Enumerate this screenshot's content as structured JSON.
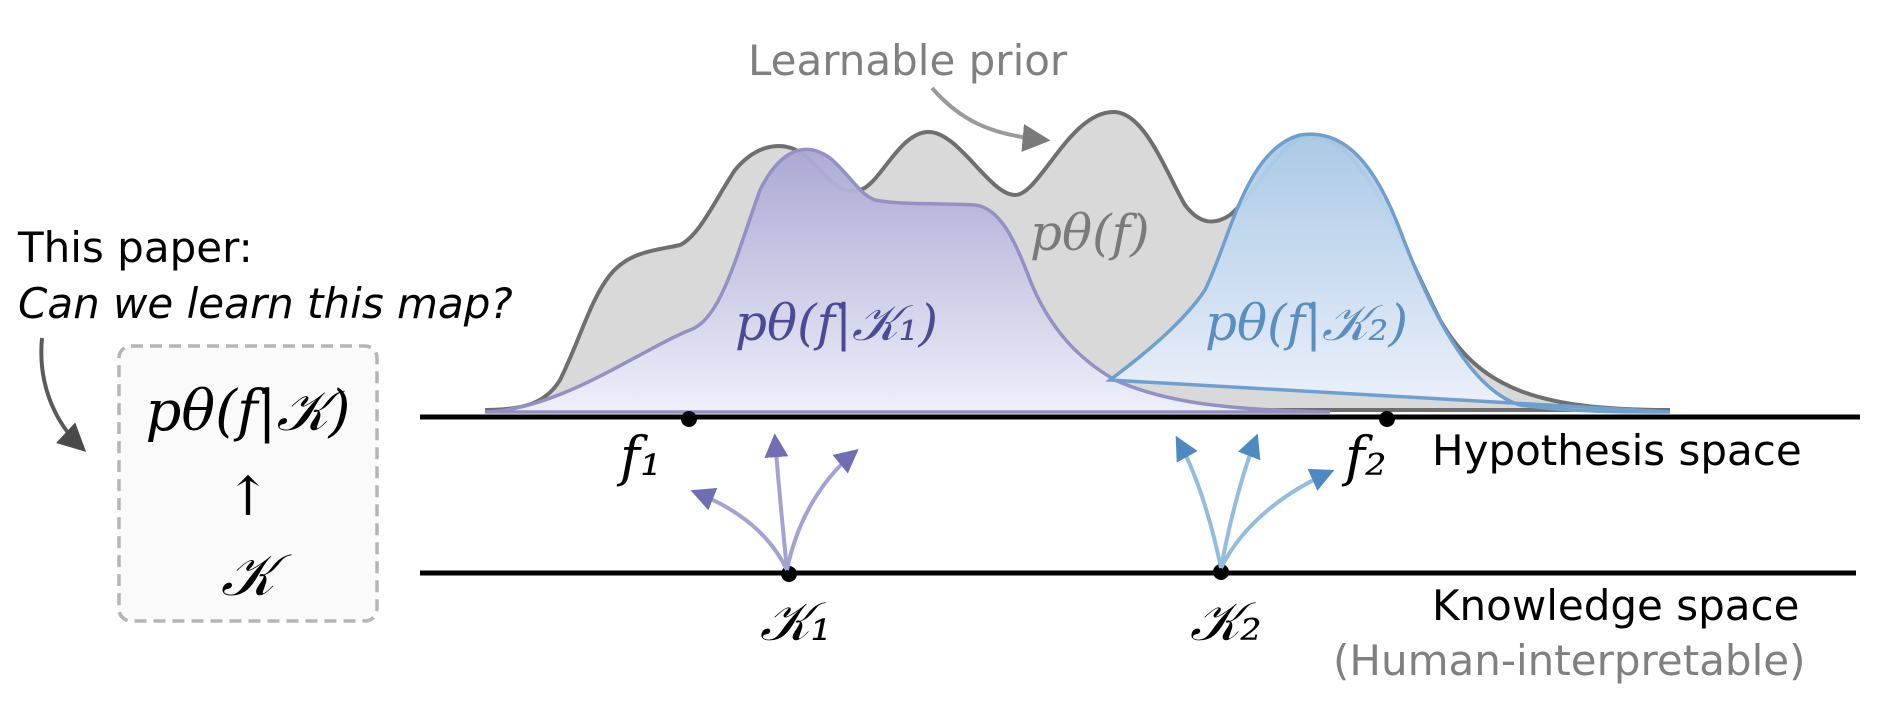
{
  "title_prior": "Learnable prior",
  "intro": {
    "line1": "This paper:",
    "line2": "Can we learn this map?"
  },
  "map_box": {
    "top": "pθ(f|𝒦)",
    "arrow": "↑",
    "bottom": "𝒦"
  },
  "dist_labels": {
    "prior": "pθ(f)",
    "cond1": "pθ(f|𝒦₁)",
    "cond2": "pθ(f|𝒦₂)"
  },
  "points": {
    "f1": "f₁",
    "f2": "f₂",
    "k1": "𝒦₁",
    "k2": "𝒦₂"
  },
  "spaces": {
    "hypothesis": "Hypothesis space",
    "knowledge": "Knowledge space",
    "knowledge_note": "(Human-interpretable)"
  },
  "colors": {
    "prior_fill": "#d9d9d9",
    "prior_stroke": "#6f6f6f",
    "cond1_stroke": "#9391c4",
    "cond1_text": "#4b4a96",
    "cond1_arrow": "#6f6db3",
    "cond2_stroke": "#6f9fcf",
    "cond2_text": "#5a8dc0",
    "cond2_arrow": "#4f89c2",
    "gray_text": "#808080"
  }
}
